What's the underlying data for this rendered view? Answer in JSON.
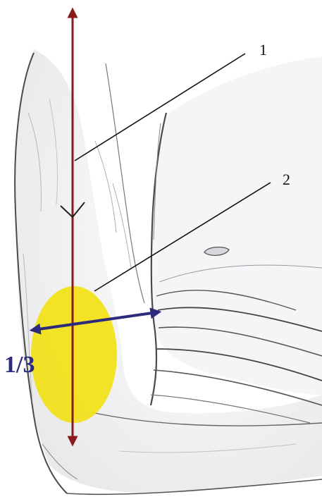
{
  "labels": {
    "callout_1": "1",
    "callout_2": "2",
    "fraction": "1/3"
  },
  "colors": {
    "axis_arrow": "#8b1a1a",
    "marked_area": "#f2e11b",
    "width_arrow": "#2c2a7a",
    "fraction_text": "#2c2a7a",
    "leader_lines": "#111111",
    "sketch_lines": "#4a4a4a"
  }
}
